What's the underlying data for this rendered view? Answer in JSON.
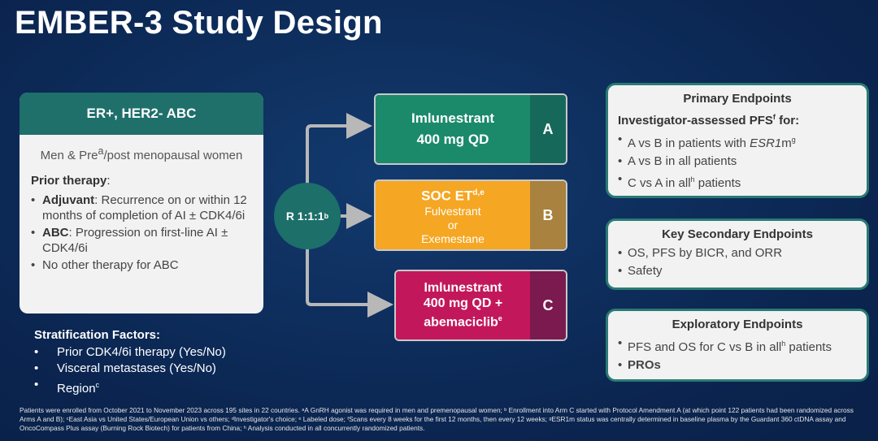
{
  "title": "EMBER-3 Study Design",
  "population": {
    "header": "ER+, HER2- ABC",
    "subtitle_pre": "Men & Pre",
    "subtitle_sup": "a",
    "subtitle_post": "/post menopausal women",
    "prior_label": "Prior therapy",
    "prior_colon": ":",
    "items": [
      {
        "bold": "Adjuvant",
        "text": ": Recurrence on or within 12 months of completion of AI ± CDK4/6i"
      },
      {
        "bold": "ABC",
        "text": ": Progression on first-line AI ± CDK4/6i"
      },
      {
        "bold": "",
        "text": "No other therapy for ABC"
      }
    ]
  },
  "stratification": {
    "title": "Stratification Factors:",
    "items": [
      "Prior CDK4/6i therapy (Yes/No)",
      "Visceral metastases (Yes/No)",
      "Region"
    ],
    "region_sup": "c"
  },
  "randomization": {
    "label": "R 1:1:1",
    "sup": "b"
  },
  "arms": {
    "a": {
      "line1": "Imlunestrant",
      "line2": "400 mg QD",
      "letter": "A"
    },
    "b": {
      "line1": "SOC ET",
      "sup": "d,e",
      "line2": "Fulvestrant",
      "line3": "or",
      "line4": "Exemestane",
      "letter": "B"
    },
    "c": {
      "line1": "Imlunestrant",
      "line2": "400 mg QD +",
      "line3": "abemaciclib",
      "sup": "e",
      "letter": "C"
    }
  },
  "endpoints": {
    "primary": {
      "title": "Primary Endpoints",
      "sub_pre": "Investigator-assessed PFS",
      "sub_sup": "f",
      "sub_post": " for:",
      "items": [
        {
          "pre": "A vs B in patients with ",
          "ital": "ESR1",
          "post": "m",
          "sup": "g"
        },
        {
          "pre": "A vs B in all patients",
          "ital": "",
          "post": "",
          "sup": ""
        },
        {
          "pre": "C vs A in all",
          "ital": "",
          "post": " patients",
          "sup": "h"
        }
      ]
    },
    "secondary": {
      "title": "Key Secondary Endpoints",
      "items": [
        "OS, PFS by BICR, and ORR",
        "Safety"
      ]
    },
    "exploratory": {
      "title": "Exploratory Endpoints",
      "item1_pre": "PFS and OS for C vs B in all",
      "item1_sup": "h",
      "item1_post": " patients",
      "item2": "PROs"
    }
  },
  "footnote": "Patients were enrolled from October 2021 to November 2023 across 195 sites in 22 countries. ᵃA GnRH agonist was required in men and premenopausal women; ᵇ Enrollment into Arm C started with Protocol Amendment A (at which point 122 patients had been randomized across Arms A and B); ᶜEast Asia vs United States/European Union vs others; ᵈInvestigator's choice; ᵉ Labeled dose; ᶠScans every 8 weeks for the first 12 months, then every 12 weeks; ᵍESR1m status was centrally determined in baseline plasma by the Guardant 360 ctDNA assay and OncoCompass Plus assay (Burning Rock Biotech) for patients from China; ʰ Analysis conducted in all concurrently randomized patients."
}
